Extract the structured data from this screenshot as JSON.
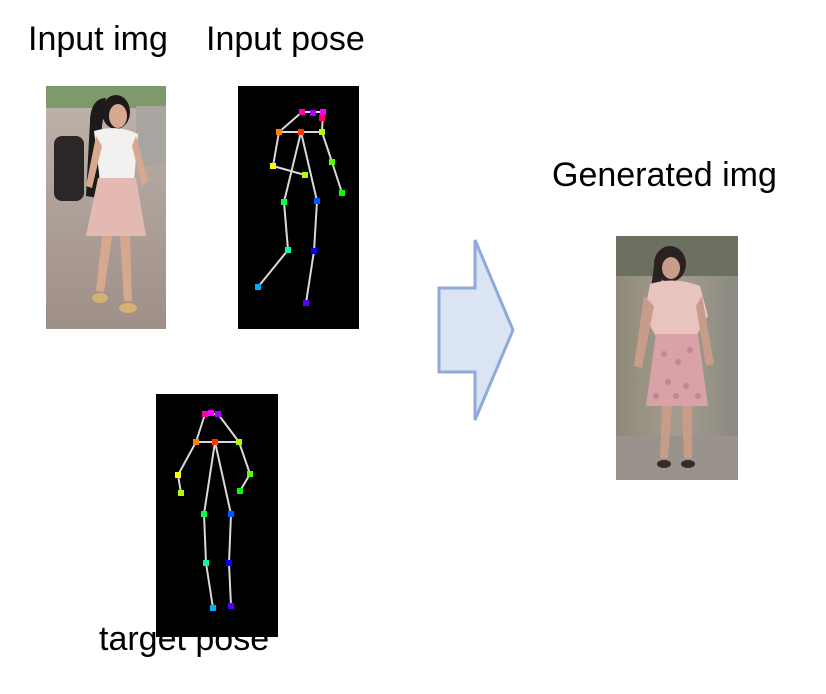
{
  "labels": {
    "input_img": "Input img",
    "input_pose": "Input pose",
    "generated_img": "Generated img",
    "target_pose": "target pose"
  },
  "colors": {
    "arrow_fill": "#dbe4f3",
    "arrow_stroke": "#8eaadb",
    "pose_background": "#000000",
    "limb": "#d9d9d9"
  },
  "images": {
    "input_img": "photo of a woman with long dark hair, white top, pink skirt, walking",
    "input_pose": "skeleton keypoints on black",
    "target_pose": "frontal standing skeleton keypoints on black",
    "generated_img": "generated photo of the woman in frontal standing pose"
  }
}
